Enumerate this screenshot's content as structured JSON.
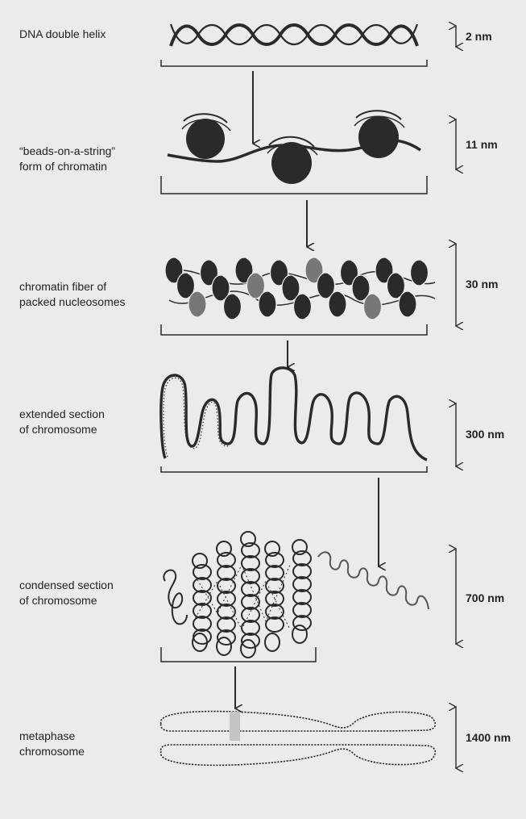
{
  "stages": [
    {
      "label_lines": [
        "DNA double helix"
      ],
      "scale": "2 nm"
    },
    {
      "label_lines": [
        "“beads-on-a-string”",
        "form of chromatin"
      ],
      "scale": "11 nm"
    },
    {
      "label_lines": [
        "chromatin fiber of",
        "packed nucleosomes"
      ],
      "scale": "30 nm"
    },
    {
      "label_lines": [
        "extended section",
        "of chromosome"
      ],
      "scale": "300 nm"
    },
    {
      "label_lines": [
        "condensed section",
        "of chromosome"
      ],
      "scale": "700 nm"
    },
    {
      "label_lines": [
        "metaphase",
        "chromosome"
      ],
      "scale": "1400 nm"
    }
  ],
  "colors": {
    "ink": "#2a2a2a",
    "background": "#ebebeb",
    "centromere": "#c4c4c4"
  }
}
